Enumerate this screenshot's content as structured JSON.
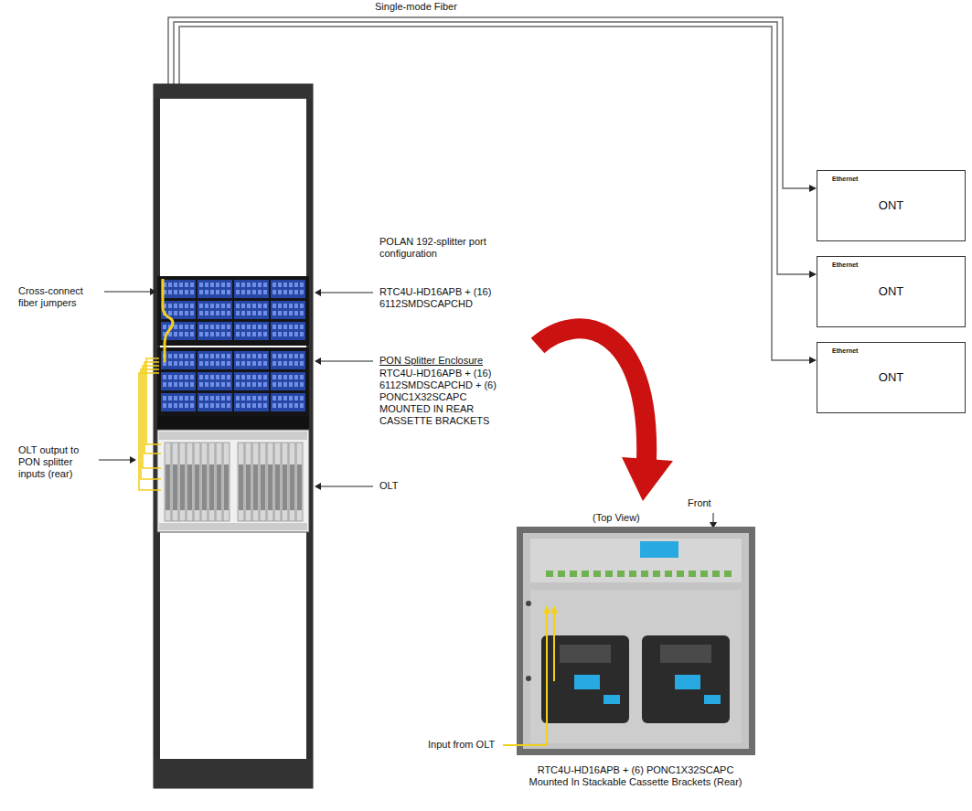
{
  "diagram": {
    "nodes": [
      {
        "text": [
          "Ethernet",
          "ONT"
        ]
      },
      {
        "text": [
          "Ethernet",
          "ONT"
        ]
      },
      {
        "text": [
          "Ethernet",
          "ONT"
        ]
      }
    ],
    "labels": [
      "Single-mode Fiber",
      "POLAN 192-splitter port configuration",
      "Cross-connect fiber jumpers",
      "RTC4U-HD16APB + (16) 6112SMDSCAPCHD",
      "PON Splitter Enclosure",
      "RTC4U-HD16APB + (16) 6112SMDSCAPCHD + (6) PONC1X32SCAPC MOUNTED IN REAR CASSETTE BRACKETS",
      "OLT output to PON splitter inputs (rear)",
      "OLT",
      "(Top View)",
      "Front",
      "Input from OLT",
      "RTC4U-HD16APB + (6) PONC1X32SCAPC Mounted In Stackable Cassette Brackets (Rear)"
    ]
  }
}
